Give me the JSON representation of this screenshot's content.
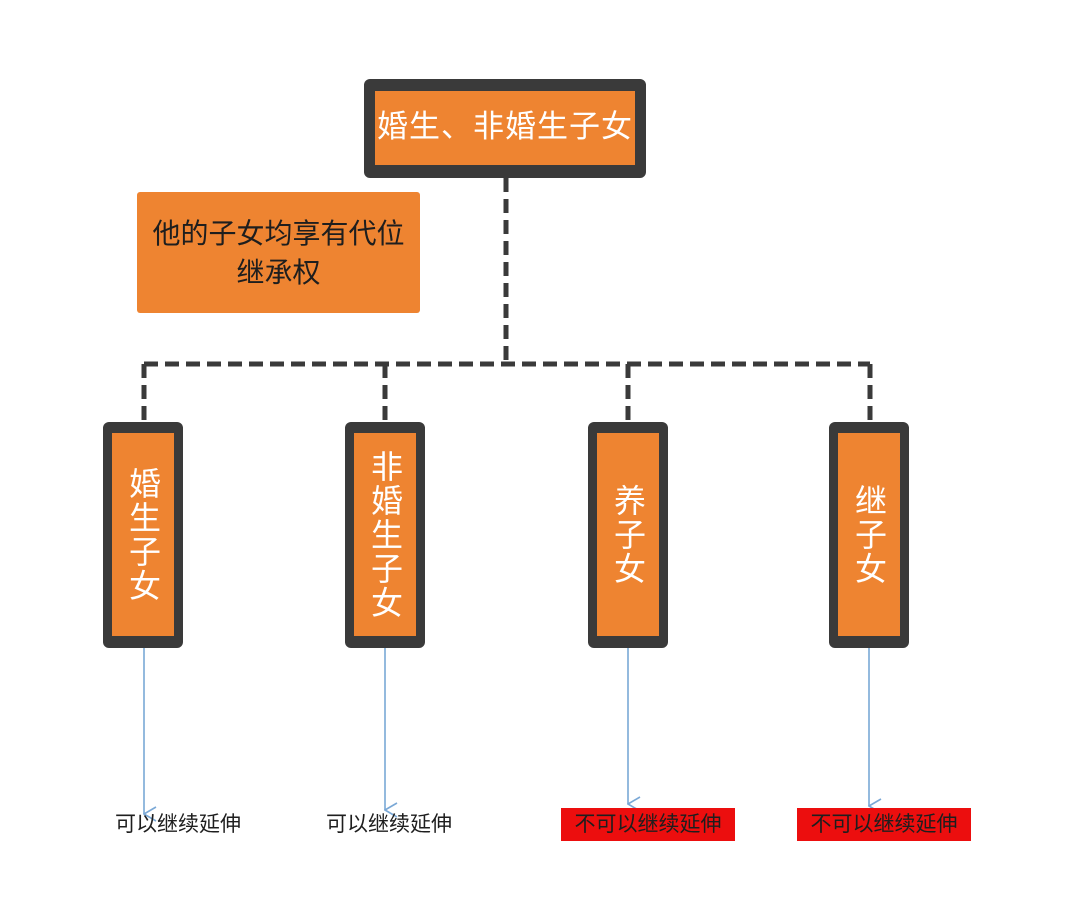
{
  "root": {
    "label": "婚生、非婚生子女"
  },
  "note": {
    "line1": "他的子女均享有代位",
    "line2": "继承权"
  },
  "children": [
    {
      "label": "婚生子女",
      "result": "可以继续延伸",
      "can_extend": true
    },
    {
      "label": "非婚生子女",
      "result": "可以继续延伸",
      "can_extend": true
    },
    {
      "label": "养子女",
      "result": "不可以继续延伸",
      "can_extend": false
    },
    {
      "label": "继子女",
      "result": "不可以继续延伸",
      "can_extend": false
    }
  ],
  "colors": {
    "box_fill": "#ee8431",
    "box_border": "#3a3a3a",
    "arrow": "#7aa8d6",
    "negative_highlight": "#ec0e0e"
  }
}
